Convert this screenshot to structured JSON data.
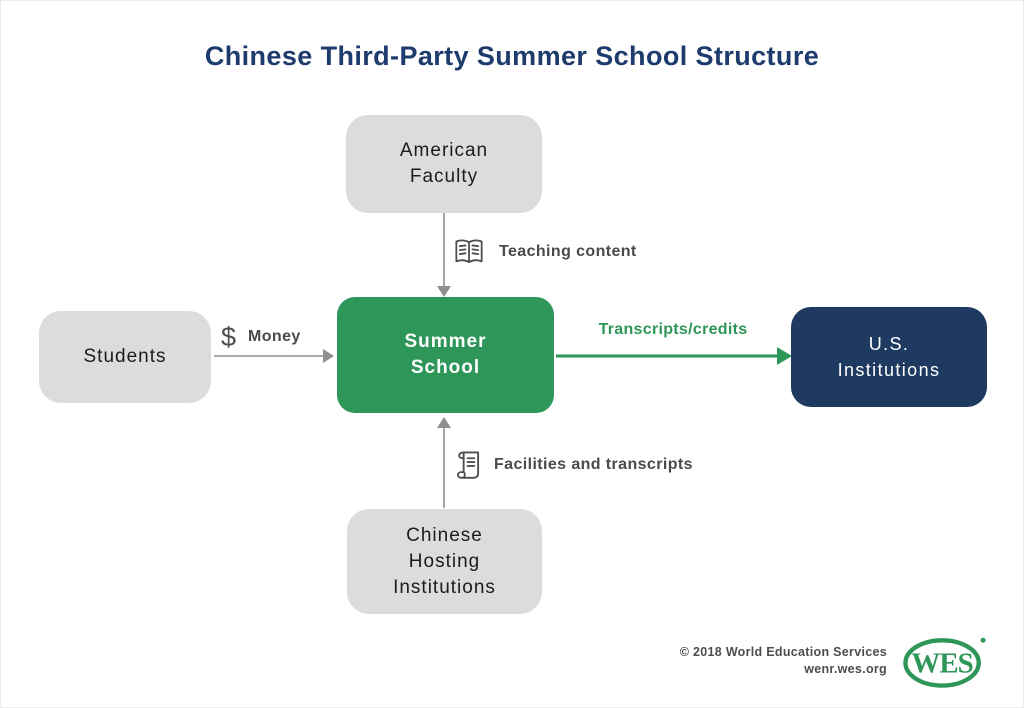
{
  "title": "Chinese Third-Party Summer School Structure",
  "nodes": {
    "american_faculty": {
      "lines": [
        "American",
        "Faculty"
      ]
    },
    "students": {
      "lines": [
        "Students"
      ]
    },
    "summer_school": {
      "lines": [
        "Summer",
        "School"
      ]
    },
    "us_institutions": {
      "lines": [
        "U.S.",
        "Institutions"
      ]
    },
    "chinese_hosting": {
      "lines": [
        "Chinese",
        "Hosting",
        "Institutions"
      ]
    }
  },
  "edges": {
    "money": {
      "from": "students",
      "to": "summer_school",
      "symbol": "$",
      "label": "Money",
      "icon": "dollar-icon"
    },
    "teaching": {
      "from": "american_faculty",
      "to": "summer_school",
      "label": "Teaching content",
      "icon": "open-book-icon"
    },
    "transcripts": {
      "from": "summer_school",
      "to": "us_institutions",
      "label": "Transcripts/credits"
    },
    "facilities": {
      "from": "chinese_hosting",
      "to": "summer_school",
      "label": "Facilities and transcripts",
      "icon": "scroll-icon"
    }
  },
  "footer": {
    "copyright": "© 2018 World Education Services",
    "site": "wenr.wes.org",
    "logo_text": "WES"
  },
  "colors": {
    "title_navy": "#1D3B6C",
    "accent_green": "#2E9658",
    "box_navy": "#1F3A60",
    "box_gray": "#DCDCDA",
    "arrow_gray": "#8F8F8F",
    "label_gray": "#4A4A4A"
  }
}
